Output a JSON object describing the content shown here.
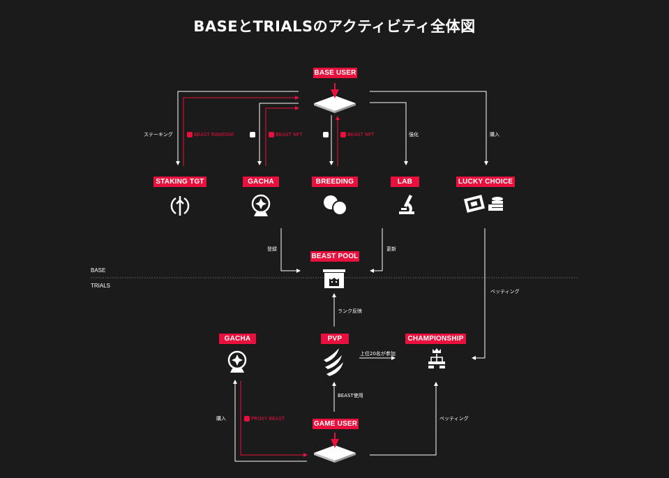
{
  "title": "BASEとTRIALSのアクティビティ全体図",
  "nodes": {
    "base_user": "BASE USER",
    "staking_tgt": "STAKING TGT",
    "gacha_base": "GACHA",
    "breeding": "BREEDING",
    "lab": "LAB",
    "lucky_choice": "LUCKY CHOICE",
    "beast_pool": "BEAST POOL",
    "gacha_trials": "GACHA",
    "pvp": "PVP",
    "championship": "CHAMPIONSHIP",
    "game_user": "GAME USER"
  },
  "sections": {
    "base": "BASE",
    "trials": "TRIALS"
  },
  "edge_labels": {
    "staking": "ステーキング",
    "beast_rawdisk": "BEAST RAWDISK",
    "beast_nft_gacha": "BEAST NFT",
    "beast_nft_breeding": "BEAST NFT",
    "strengthen": "強化",
    "purchase_base": "購入",
    "register": "登録",
    "update": "更新",
    "betting_base": "ベッティング",
    "rank_exchange": "ランク反映",
    "top20": "上位20名が参加",
    "beast_use": "BEAST使用",
    "purchase_trials": "購入",
    "proxy_beast": "PROXY BEAST",
    "betting_trials": "ベッティング"
  },
  "colors": {
    "background": "#1c1b1c",
    "accent": "#e8103c",
    "line": "#ffffff",
    "divider": "#6b6b6b"
  }
}
